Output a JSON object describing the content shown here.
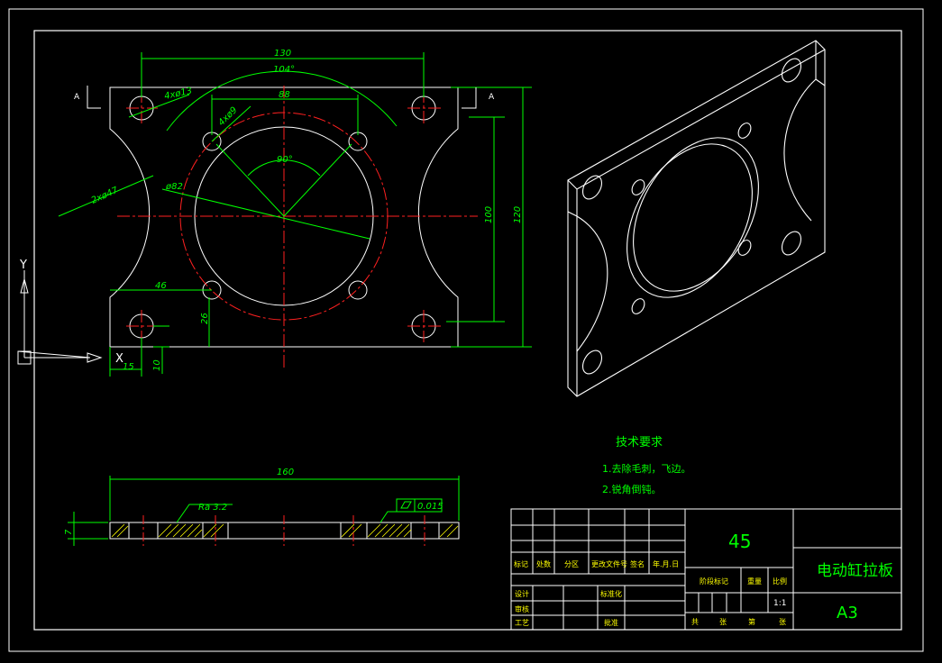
{
  "colors": {
    "background": "#000000",
    "outline": "#ffffff",
    "dimension": "#00ff00",
    "centerline": "#ff2020",
    "title_text": "#ffff00"
  },
  "dimensions": {
    "width_130": "130",
    "angle_104": "104°",
    "holes_4x13": "4xø13",
    "width_88": "88",
    "holes_4x9": "4xø9",
    "angle_90": "90°",
    "cut_2xr47": "2xø47",
    "dia_82": "ø82",
    "height_100": "100",
    "height_120": "120",
    "offset_46": "46",
    "offset_26": "26",
    "offset_15": "15",
    "offset_10": "10",
    "length_160": "160",
    "thickness_7": "7",
    "roughness": "Ra 3.2",
    "flatness": "0.015"
  },
  "section_marks": {
    "left": "A",
    "right": "A"
  },
  "ucs": {
    "y_label": "Y",
    "x_label": "X"
  },
  "tech_requirements": {
    "title": "技术要求",
    "item1": "1.去除毛刺，飞边。",
    "item2": "2.锐角倒钝。"
  },
  "title_block": {
    "material": "45",
    "part_name": "电动缸拉板",
    "sheet_size": "A3",
    "scale": "1:1",
    "labels": {
      "mark": "标记",
      "count": "处数",
      "zone": "分区",
      "change_doc": "更改文件号",
      "signature": "签名",
      "date": "年.月.日",
      "design": "设计",
      "check": "审核",
      "process": "工艺",
      "standardize": "标准化",
      "approve": "批准",
      "stage_mark": "阶段标记",
      "weight": "重量",
      "ratio": "比例",
      "total": "共",
      "sheets": "张",
      "no": "第",
      "sheet": "张"
    }
  }
}
